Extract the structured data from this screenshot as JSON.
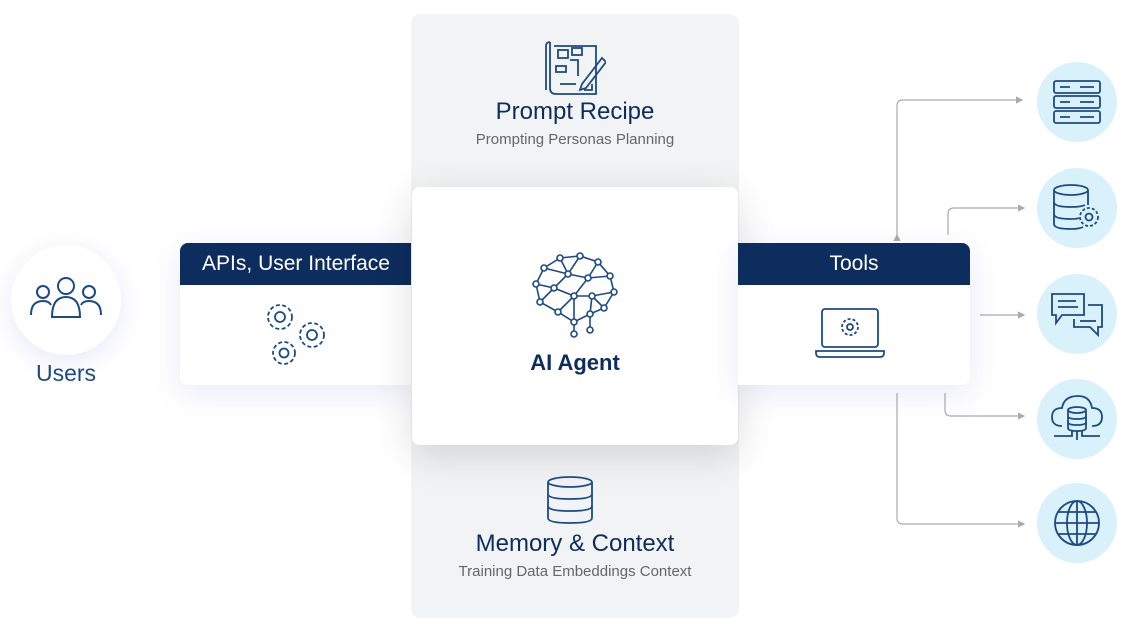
{
  "users": {
    "label": "Users",
    "icon": "users-icon"
  },
  "apis": {
    "title": "APIs, User Interface",
    "icon": "gears-icon"
  },
  "prompt_recipe": {
    "title": "Prompt Recipe",
    "subtitle": "Prompting Personas Planning",
    "icon": "blueprint-pencil-icon"
  },
  "agent": {
    "title": "AI Agent",
    "icon": "neural-brain-icon"
  },
  "memory": {
    "title": "Memory & Context",
    "subtitle": "Training Data Embeddings Context",
    "icon": "database-icon"
  },
  "tools": {
    "title": "Tools",
    "icon": "laptop-gear-icon"
  },
  "tool_items": [
    {
      "icon": "server-icon"
    },
    {
      "icon": "database-gear-icon"
    },
    {
      "icon": "chat-bubbles-icon"
    },
    {
      "icon": "cloud-database-icon"
    },
    {
      "icon": "globe-icon"
    }
  ],
  "colors": {
    "navy": "#0d2d5e",
    "circle_fill": "#d8f1fb",
    "column_bg": "#f1f3f5",
    "connector": "#aaaaaa"
  }
}
